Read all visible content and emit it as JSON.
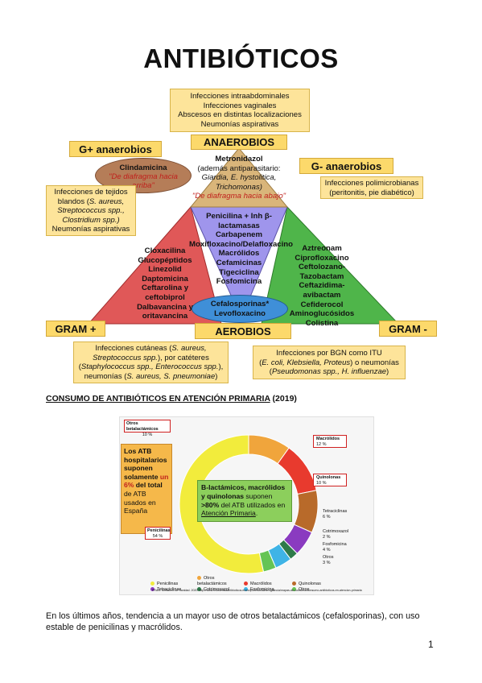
{
  "title": "ANTIBIÓTICOS",
  "top_box": [
    "Infecciones intraabdominales",
    "Infecciones vaginales",
    "Abscesos en distintas localizaciones",
    "Neumonías aspirativas"
  ],
  "labels": {
    "anaerobios": "ANAEROBIOS",
    "gpos_anaerobios": "G+ anaerobios",
    "gneg_anaerobios": "G- anaerobios",
    "gram_pos": "GRAM +",
    "gram_neg": "GRAM -",
    "aerobios": "AEROBIOS"
  },
  "clindamicina": {
    "name": "Clindamicina",
    "quote": "\"De diafragma hacia arriba\""
  },
  "metronidazol": {
    "name": "Metronidazol",
    "line2": "(además antiparasitario:",
    "line3": "Giardia, E. hystolitica,",
    "line4": "Trichomonas)",
    "quote": "\"De diafragma hacia abajo\""
  },
  "left_box": {
    "l1": "Infecciones de tejidos",
    "l2a": "blandos (",
    "l2b": "S. aureus,",
    "l3": "Streptococcus spp.,",
    "l4": "Clostridium spp.)",
    "l5": "Neumonías aspirativas"
  },
  "right_box": [
    "Infecciones polimicrobianas",
    "(peritonitis, pie diabético)"
  ],
  "center_drugs": [
    "Penicilina + Inh β-lactamasas",
    "Carbapenem",
    "Moxifloxacino/Delafloxacino",
    "Macrólidos",
    "Cefamicinas",
    "Tigeciclina",
    "Fosfomicina"
  ],
  "left_drugs": [
    "Cloxacilina",
    "Glucopéptidos",
    "Linezolid",
    "Daptomicina",
    "Ceftarolina y",
    "ceftobiprol",
    "Dalbavancina y",
    "oritavancina"
  ],
  "right_drugs": [
    "Aztreonam",
    "Ciprofloxacino",
    "Ceftolozano-",
    "Tazobactam",
    "Ceftazidima-",
    "avibactam",
    "Cefiderocol",
    "Aminoglucósidos",
    "Colistina"
  ],
  "ellipse": [
    "Cefalosporinas*",
    "Levofloxacino"
  ],
  "bottom_left": {
    "l1a": "Infecciones cutáneas (",
    "l1b": "S. aureus,",
    "l2a": "Streptococcus spp.",
    "l2b": "), por catéteres",
    "l3a": "(",
    "l3b": "Staphylococcus spp., Enterococcus spp.",
    "l3c": "),",
    "l4a": "neumonías (",
    "l4b": "S. aureus, S. pneumoniae",
    "l4c": ")"
  },
  "bottom_right": {
    "l1": "Infecciones por BGN como ITU",
    "l2a": "(",
    "l2b": "E. coli, Klebsiella, Proteus",
    "l2c": ") o neumonías",
    "l3a": "(",
    "l3b": "Pseudomonas spp., H. influenzae",
    "l3c": ")"
  },
  "section_title": {
    "underlined": "CONSUMO DE ANTIBIÓTICOS EN ATENCIÓN PRIMARIA",
    "rest": " (2019)"
  },
  "chart_note_left": {
    "l1": "Los ATB",
    "l2": "hospitalarios",
    "l3": "suponen",
    "l4": "solamente ",
    "l4red": "un",
    "l5red": "6%",
    "l5": " del total",
    "l6": "de ATB",
    "l7": "usados en",
    "l8": "España"
  },
  "chart_note_center": {
    "l1": "B-lactámicos, macrólidos",
    "l2a": "y quinolonas",
    "l2b": " suponen",
    "l3a": ">80%",
    "l3b": " del ATB utilizados en",
    "l4": "Atención Primaria",
    "l4b": "."
  },
  "chart_data": {
    "type": "pie",
    "categories": [
      "Penicilinas",
      "Otros betalactámicos",
      "Macrólidos",
      "Quinolonas",
      "Tetraciclinas",
      "Cotrimoxazol",
      "Fosfomicina",
      "Otros"
    ],
    "values": [
      54,
      10,
      12,
      10,
      6,
      2,
      4,
      3
    ],
    "colors": [
      "#f2ec3c",
      "#f0a53c",
      "#e83a2e",
      "#b86a2a",
      "#8a3bc0",
      "#2f7a4a",
      "#3fb4e6",
      "#64c455"
    ],
    "slice_labels": [
      {
        "name": "Penicilinas",
        "pct": "54 %"
      },
      {
        "name": "Otros betalactámicos",
        "pct": "10 %"
      },
      {
        "name": "Macrólidos",
        "pct": "12 %"
      },
      {
        "name": "Quinolonas",
        "pct": "10 %"
      },
      {
        "name": "Tetraciclinas",
        "pct": "6 %"
      },
      {
        "name": "Cotrimoxazol",
        "pct": "2 %"
      },
      {
        "name": "Fosfomicina",
        "pct": "4 %"
      },
      {
        "name": "Otros",
        "pct": "3 %"
      }
    ],
    "legend_placement": "bottom"
  },
  "chart_source": "PRAN. Ministerio de Sanidad. 2020. http://www.resistenciaantibioticos.es/es/profesionales/vigilancia/mapas-de-consumo/consumo-antibioticos-en-atencion-primaria",
  "footer_text": "En los últimos años, tendencia a un mayor uso de otros betalactámicos (cefalosporinas), con uso estable de penicilinas y macrólidos.",
  "page_number": "1"
}
